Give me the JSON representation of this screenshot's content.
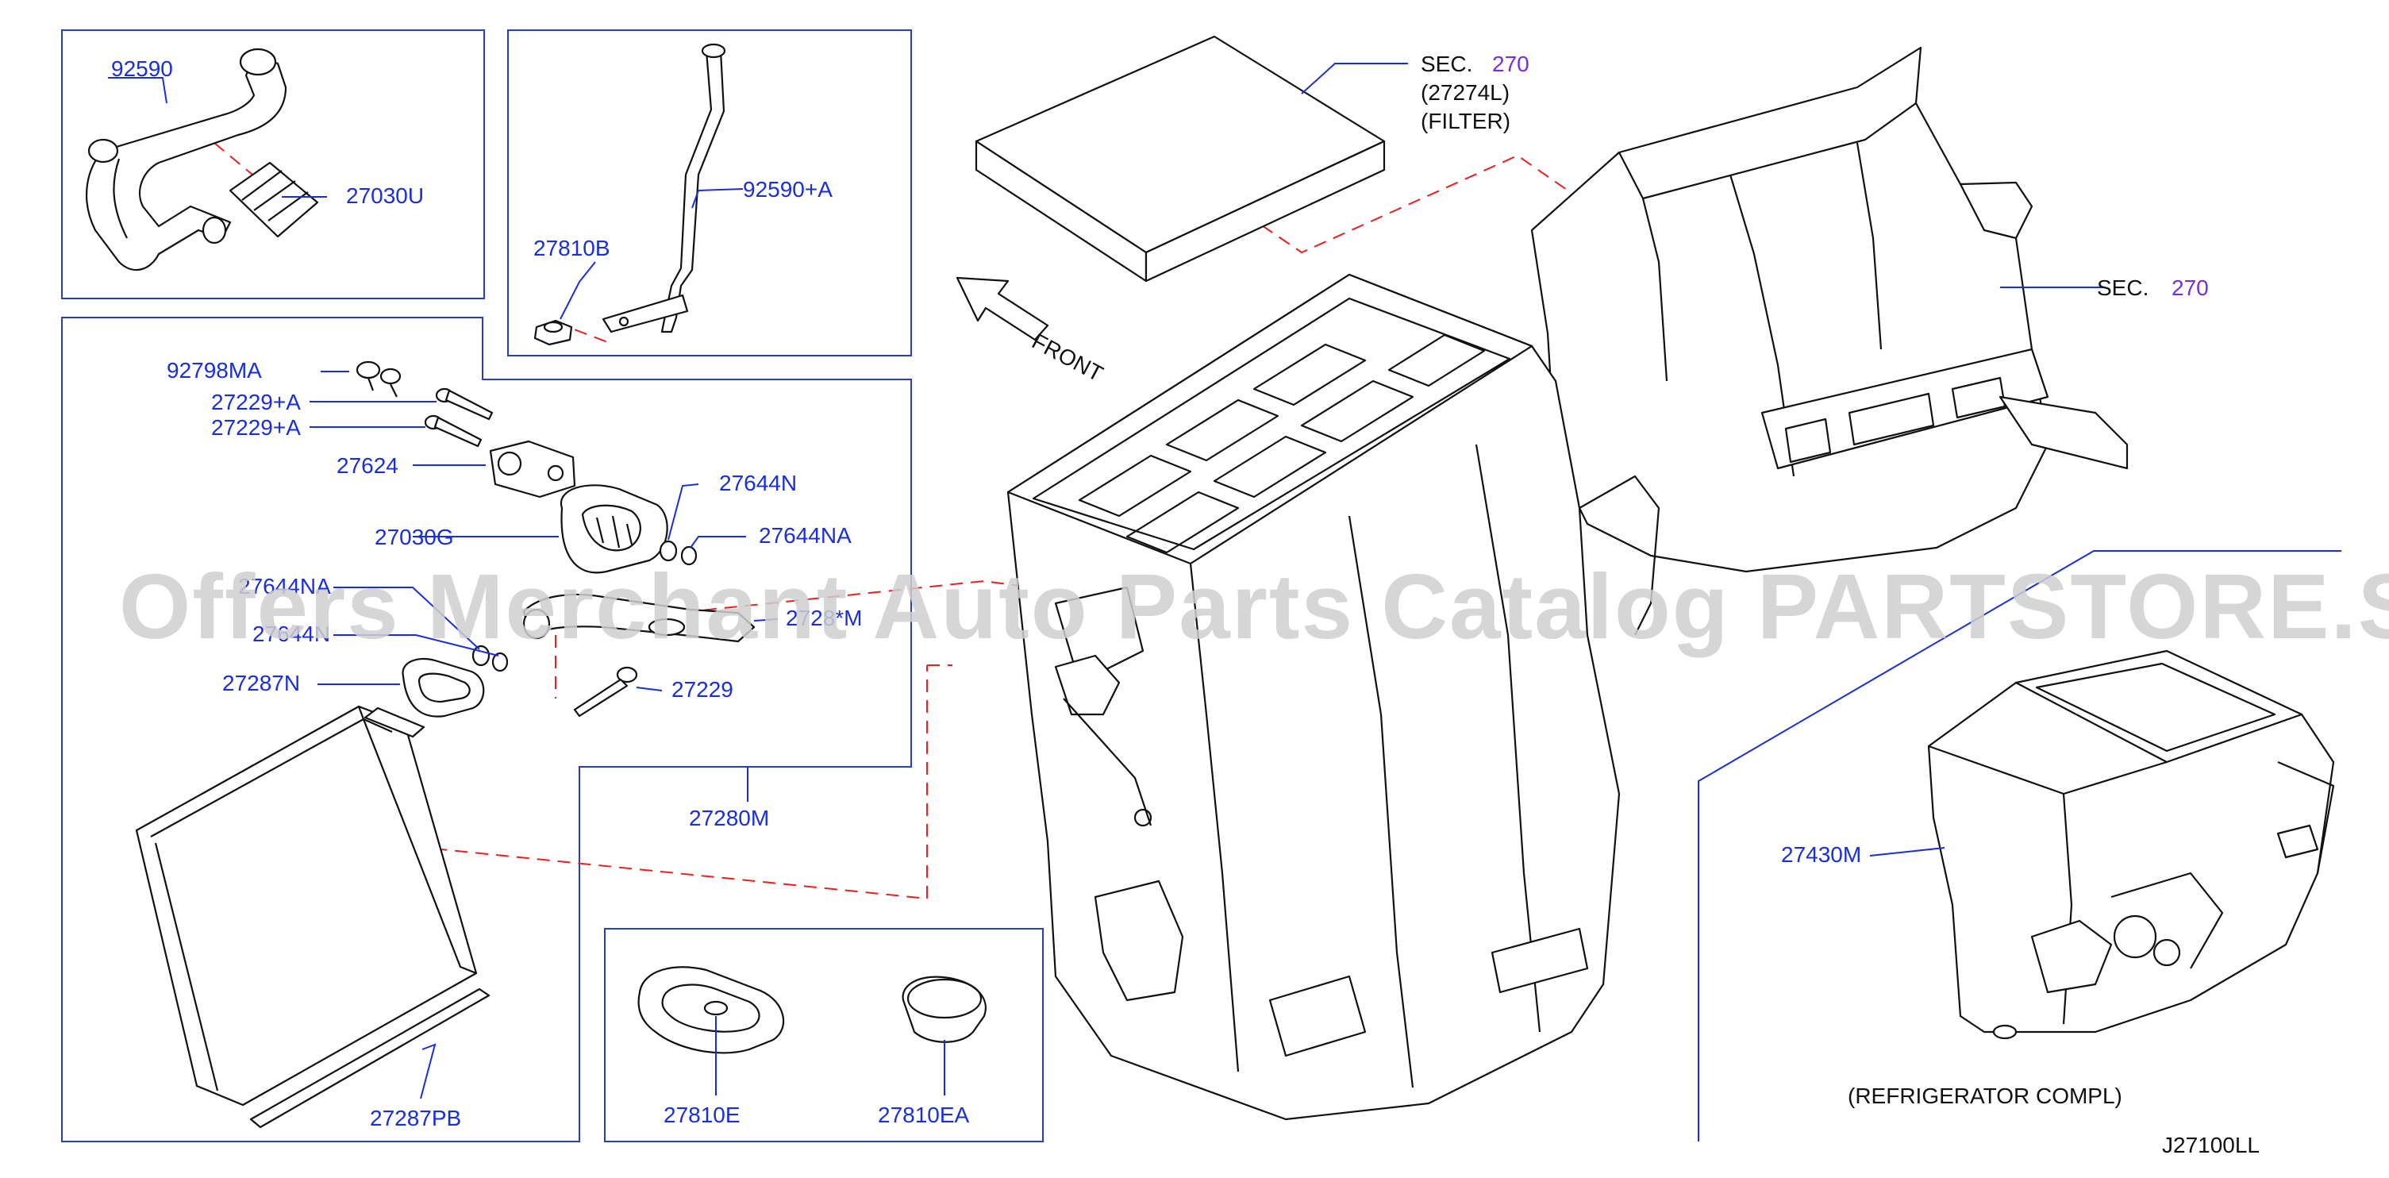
{
  "diagram_code": "J27100LL",
  "watermark": "Offers Merchant Auto Parts Catalog PARTSTORE.SA",
  "front_label": "FRONT",
  "sec_ref_filter": {
    "prefix": "SEC.",
    "number": "270",
    "part": "(27274L)",
    "desc": "(FILTER)"
  },
  "sec_ref_case": {
    "prefix": "SEC.",
    "number": "270"
  },
  "refrigerator_caption": "(REFRIGERATOR   COMPL)",
  "parts": {
    "p92590": "92590",
    "p27030U": "27030U",
    "p92590A": "92590+A",
    "p27810B": "27810B",
    "p92798MA": "92798MA",
    "p27229A_1": "27229+A",
    "p27229A_2": "27229+A",
    "p27624": "27624",
    "p27644N": "27644N",
    "p27030G": "27030G",
    "p27644NA": "27644NA",
    "p27644NA_2": "27644NA",
    "p27644N_2": "27644N",
    "p2728xM": "2728*M",
    "p27287N": "27287N",
    "p27229": "27229",
    "p27280M": "27280M",
    "p27287PB": "27287PB",
    "p27810E": "27810E",
    "p27810EA": "27810EA",
    "p27430M": "27430M"
  },
  "colors": {
    "label_blue": "#1a2fd6",
    "section_purple": "#7a2fd6",
    "leader_dash": "#e82020",
    "frame": "#2a3fb0"
  }
}
